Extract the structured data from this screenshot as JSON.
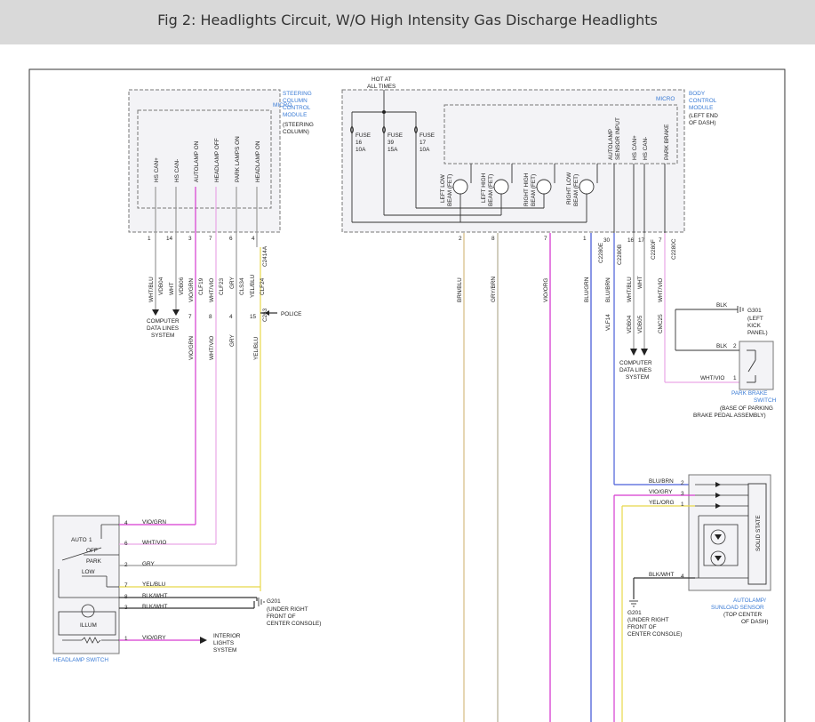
{
  "page": {
    "title": "Fig 2: Headlights Circuit, W/O High Intensity Gas Discharge Headlights"
  },
  "modules": {
    "steering_column": {
      "name_lines": [
        "STEERING",
        "COLUMN",
        "CONTROL",
        "MODULE"
      ],
      "location_lines": [
        "(STEERING",
        "COLUMN)"
      ],
      "micro": "MICRO",
      "pins": [
        {
          "signal": "HS CAN+",
          "pin": "1",
          "wire": "WHT/BLU",
          "circuit": "VDB04"
        },
        {
          "signal": "HS CAN-",
          "pin": "14",
          "wire": "WHT",
          "circuit": "VDB06"
        },
        {
          "signal": "AUTOLAMP ON",
          "pin": "3",
          "wire": "VIO/GRN",
          "circuit": "CLF19"
        },
        {
          "signal": "HEADLAMP OFF",
          "pin": "7",
          "wire": "WHT/VIO",
          "circuit": "CLF23"
        },
        {
          "signal": "PARK LAMPS ON",
          "pin": "6",
          "wire": "GRY",
          "circuit": "CLS34"
        },
        {
          "signal": "HEADLAMP ON",
          "pin": "4",
          "wire": "YEL/BLU",
          "circuit": "CLF24",
          "connector": "C2414A"
        }
      ],
      "data_lines_label": [
        "COMPUTER",
        "DATA LINES",
        "SYSTEM"
      ],
      "inline_connector": "C263",
      "inline_pins": [
        "7",
        "8",
        "4",
        "15"
      ],
      "police_label": "POLICE",
      "lower_wires": [
        "VIO/GRN",
        "WHT/VIO",
        "GRY",
        "YEL/BLU"
      ]
    },
    "body_control": {
      "name_lines": [
        "BODY",
        "CONTROL",
        "MODULE"
      ],
      "location_lines": [
        "(LEFT END",
        "OF DASH)"
      ],
      "micro": "MICRO",
      "hot_label": [
        "HOT AT",
        "ALL TIMES"
      ],
      "fuses": [
        {
          "label": "FUSE",
          "num": "16",
          "amp": "10A"
        },
        {
          "label": "FUSE",
          "num": "39",
          "amp": "15A"
        },
        {
          "label": "FUSE",
          "num": "17",
          "amp": "10A"
        }
      ],
      "outputs": [
        {
          "lines": [
            "LEFT LOW",
            "BEAM (FET)"
          ],
          "pin": "2",
          "wire": "BRN/BLU"
        },
        {
          "lines": [
            "LEFT HIGH",
            "BEAM (FET)"
          ],
          "pin": "8",
          "wire": "GRY/BRN"
        },
        {
          "lines": [
            "RIGHT HIGH",
            "BEAM (FET)"
          ],
          "pin": "7",
          "wire": "VIO/ORG"
        },
        {
          "lines": [
            "RIGHT LOW",
            "BEAM (FET)"
          ],
          "pin": "1",
          "wire": "BLU/GRN",
          "connector": "C2280E"
        }
      ],
      "inputs": [
        {
          "lines": [
            "AUTOLAMP",
            "SENSOR INPUT"
          ],
          "pin": "30",
          "wire": "BLU/BRN",
          "circuit": "VLF14",
          "connector": "C2280B"
        },
        {
          "lines": [
            "HS CAN+"
          ],
          "pin": "16",
          "wire": "WHT/BLU",
          "circuit": "VDB04"
        },
        {
          "lines": [
            "HS CAN-"
          ],
          "pin": "17",
          "wire": "WHT",
          "circuit": "VDB05",
          "connector": "C2280F"
        },
        {
          "lines": [
            "PARK BRAKE"
          ],
          "pin": "7",
          "wire": "WHT/VIO",
          "circuit": "CMC25",
          "connector": "C2280C"
        }
      ],
      "data_lines_label": [
        "COMPUTER",
        "DATA LINES",
        "SYSTEM"
      ]
    },
    "park_brake": {
      "ground_wire": "BLK",
      "ground": "G301",
      "ground_location": [
        "(LEFT",
        "KICK",
        "PANEL)"
      ],
      "wire_blk": "BLK",
      "pin_blk": "2",
      "wire_in": "WHT/VIO",
      "pin_in": "1",
      "name_lines": [
        "PARK BRAKE",
        "SWITCH"
      ],
      "location_lines": [
        "(BASE OF PARKING",
        "BRAKE PEDAL ASSEMBLY)"
      ]
    },
    "autolamp_sensor": {
      "inputs": [
        {
          "wire": "BLU/BRN",
          "pin": "2"
        },
        {
          "wire": "VIO/GRY",
          "pin": "3"
        },
        {
          "wire": "YEL/ORG",
          "pin": "1"
        },
        {
          "wire": "BLK/WHT",
          "pin": "4"
        }
      ],
      "solid_state": "SOLID STATE",
      "name_lines": [
        "AUTOLAMP/",
        "SUNLOAD SENSOR"
      ],
      "location_lines": [
        "(TOP CENTER",
        "OF DASH)"
      ],
      "ground": "G201",
      "ground_location": [
        "(UNDER RIGHT",
        "FRONT OF",
        "CENTER CONSOLE)"
      ]
    },
    "headlamp_switch": {
      "name": "HEADLAMP SWITCH",
      "positions": [
        "AUTO",
        "OFF",
        "PARK",
        "LOW"
      ],
      "auto_num": "1",
      "illum": "ILLUM",
      "pins": [
        {
          "pin": "4",
          "wire": "VIO/GRN"
        },
        {
          "pin": "6",
          "wire": "WHT/VIO"
        },
        {
          "pin": "2",
          "wire": "GRY"
        },
        {
          "pin": "7",
          "wire": "YEL/BLU"
        },
        {
          "pin": "8",
          "wire": "BLK/WHT"
        },
        {
          "pin": "3",
          "wire": "BLK/WHT"
        },
        {
          "pin": "1",
          "wire": "VIO/GRY"
        }
      ],
      "ground": "G201",
      "ground_location": [
        "(UNDER RIGHT",
        "FRONT OF",
        "CENTER CONSOLE)"
      ],
      "interior_lights": [
        "INTERIOR",
        "LIGHTS",
        "SYSTEM"
      ]
    }
  },
  "colors": {
    "violet": "#d63bd0",
    "pink": "#e9a6e6",
    "gray": "#9a9a9a",
    "yellow": "#e8d84a",
    "tan": "#d8c08a",
    "blue": "#4a5fd9",
    "label_blue": "#3a7bd5"
  }
}
